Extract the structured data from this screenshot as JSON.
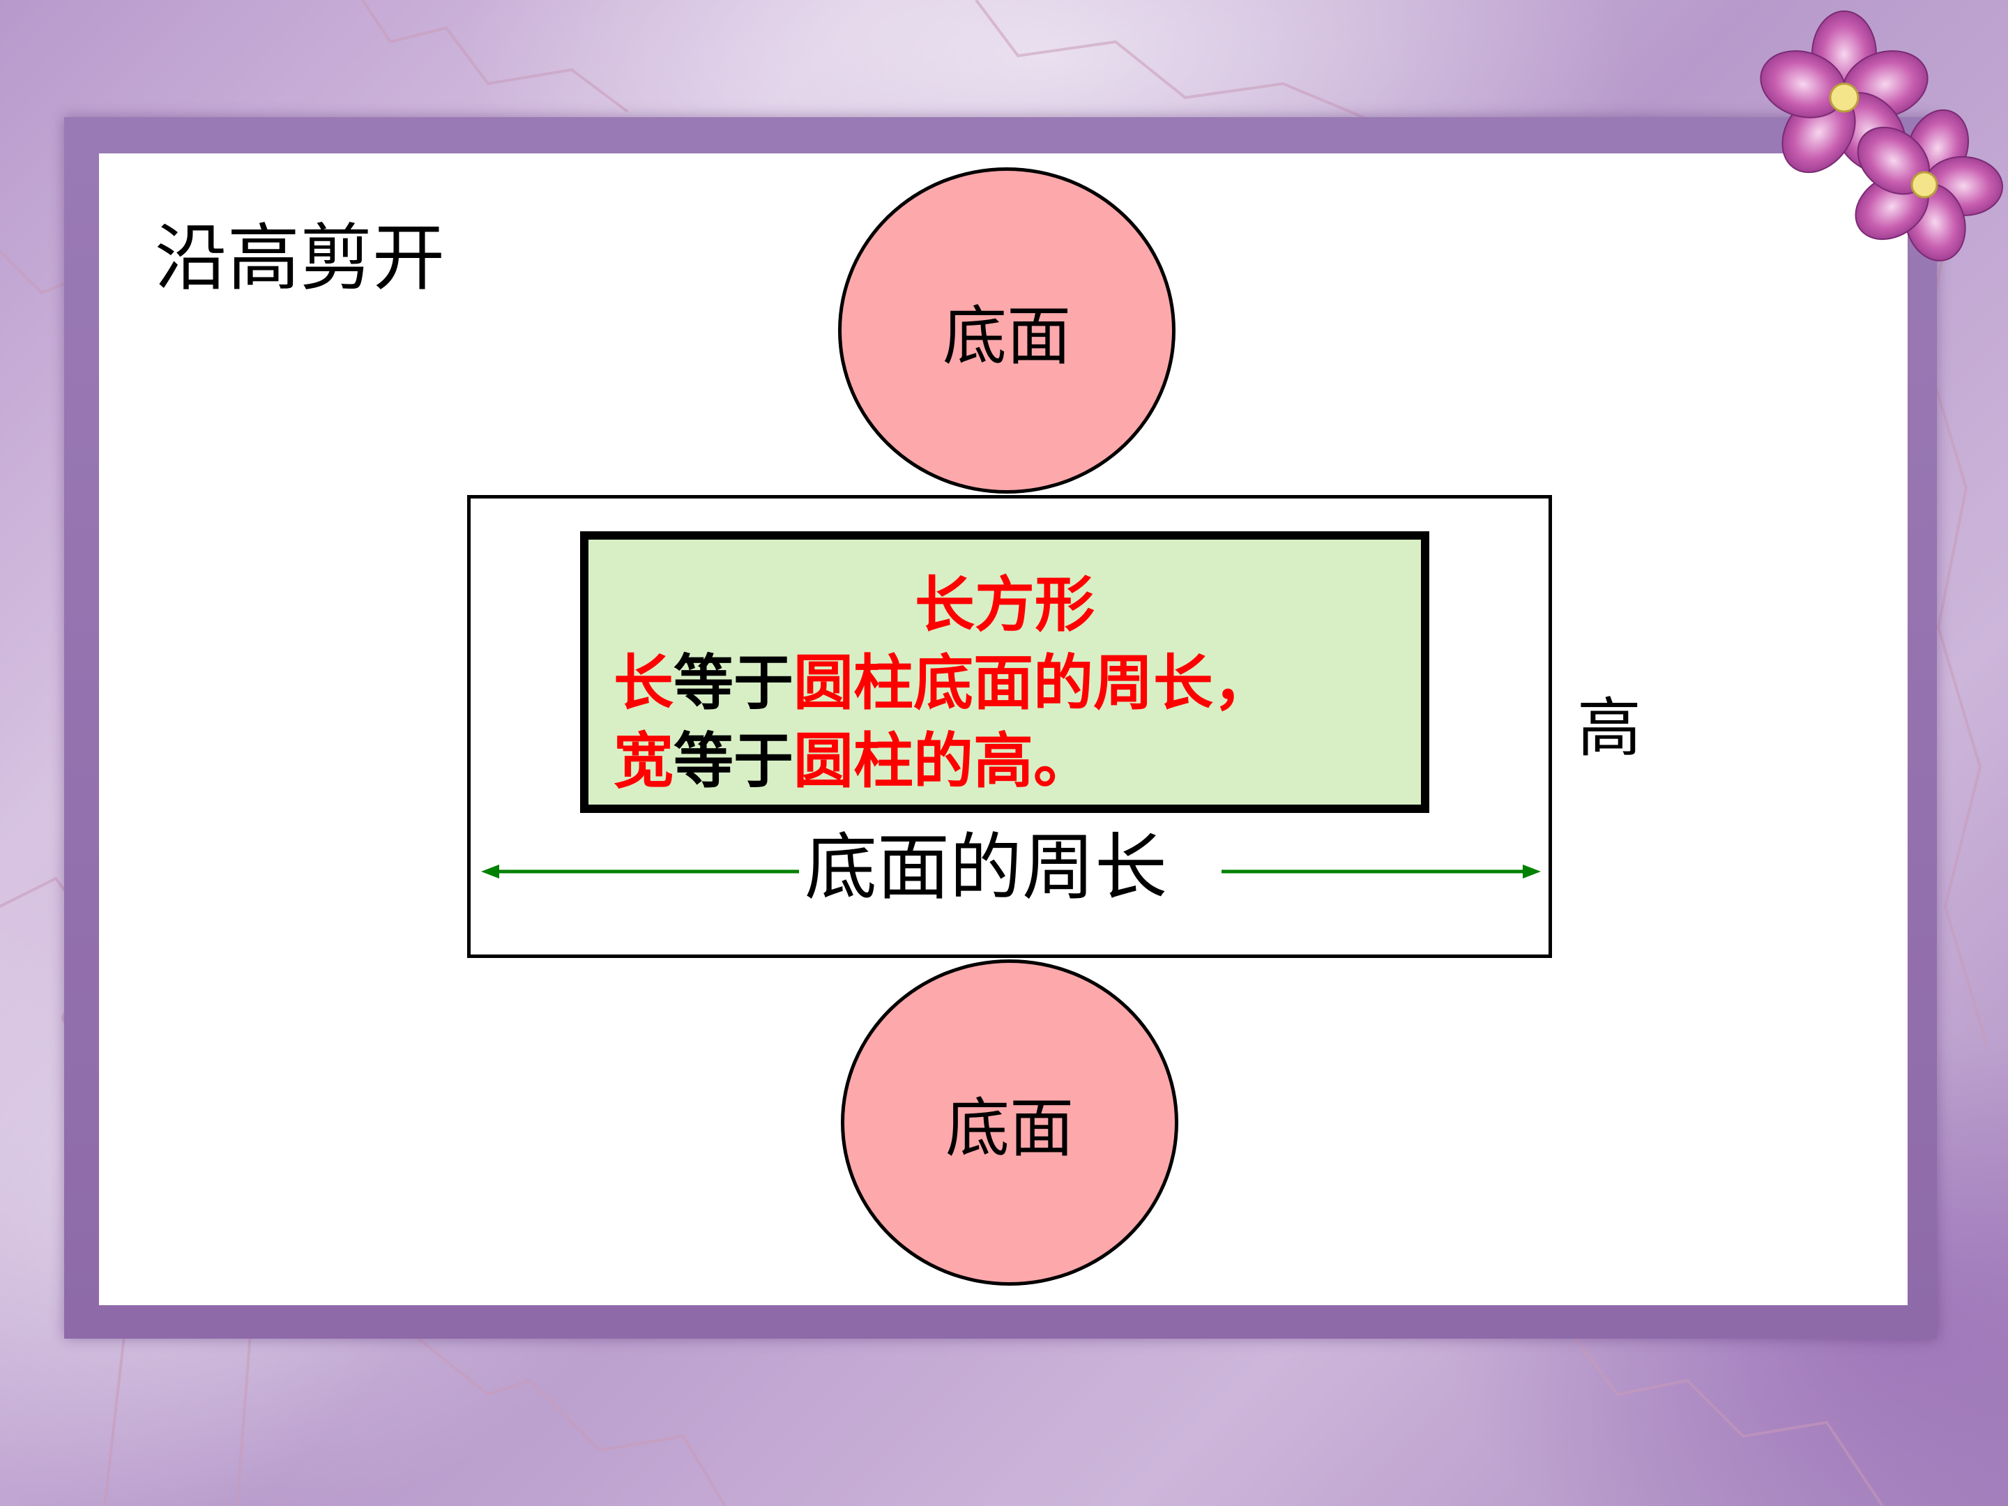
{
  "title": "沿高剪开",
  "circles": {
    "top_label": "底面",
    "bottom_label": "底面"
  },
  "rectangle": {
    "height_label": "高",
    "circumference_label": "底面的周长"
  },
  "info_box": {
    "heading": "长方形",
    "line1": {
      "part1": "长",
      "part2": "等于",
      "part3": "圆柱底面的周长，"
    },
    "line2": {
      "part1": "宽",
      "part2": "等于",
      "part3": "圆柱的高。"
    }
  },
  "colors": {
    "circle_fill": "#fda8ab",
    "info_box_fill": "#d8efc6",
    "highlight_red": "#ff0000",
    "arrow_green": "#008000",
    "frame_purple": "#8e6aa9"
  },
  "icons": {
    "decoration": "purple-flower-icon"
  }
}
